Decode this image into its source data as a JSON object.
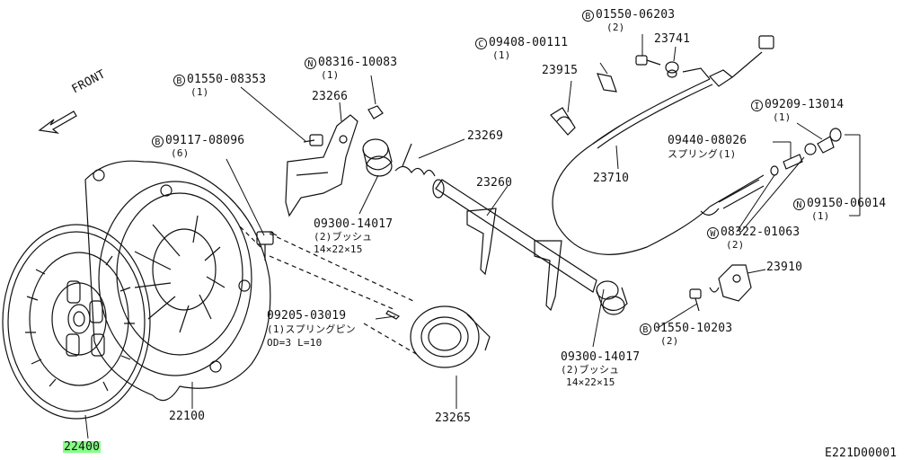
{
  "front_label": "FRONT",
  "diagram_code": "E221D00001",
  "parts": {
    "p22400": "22400",
    "p22100": "22100",
    "p23265": "23265",
    "p23260": "23260",
    "p23269": "23269",
    "p23266": "23266",
    "p23710": "23710",
    "p23915": "23915",
    "p23741": "23741",
    "p23910": "23910"
  },
  "refs": {
    "b_01550_08353": {
      "prefix": "B",
      "number": "01550-08353",
      "qty": "(1)"
    },
    "n_08316_10083": {
      "prefix": "N",
      "number": "08316-10083",
      "qty": "(1)"
    },
    "b_09117_08096": {
      "prefix": "B",
      "number": "09117-08096",
      "qty": "(6)"
    },
    "c_09408_00111": {
      "prefix": "C",
      "number": "09408-00111",
      "qty": "(1)"
    },
    "b_01550_06203": {
      "prefix": "B",
      "number": "01550-06203",
      "qty": "(2)"
    },
    "i_09209_13014": {
      "prefix": "I",
      "number": "09209-13014",
      "qty": "(1)"
    },
    "n_09150_06014": {
      "prefix": "N",
      "number": "09150-06014",
      "qty": "(1)"
    },
    "w_08322_01063": {
      "prefix": "W",
      "number": "08322-01063",
      "qty": "(2)"
    },
    "b_01550_10203": {
      "prefix": "B",
      "number": "01550-10203",
      "qty": "(2)"
    }
  },
  "bushing_top": {
    "number": "09300-14017",
    "line2": "(2)ブッシュ",
    "line3": "14×22×15"
  },
  "bushing_bottom": {
    "number": "09300-14017",
    "line2": "(2)ブッシュ",
    "line3": "14×22×15"
  },
  "spring_pin": {
    "number": "09205-03019",
    "line2": "(1)スプリングピン",
    "line3": "OD=3 L=10"
  },
  "spring": {
    "number": "09440-08026",
    "line2": "スプリング(1)"
  }
}
